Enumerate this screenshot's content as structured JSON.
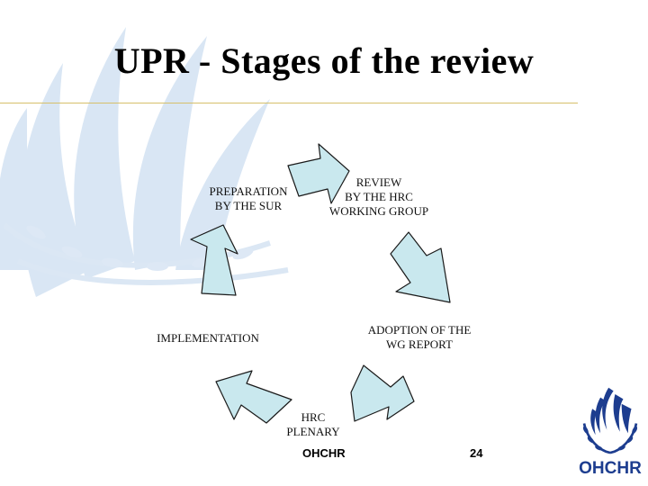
{
  "title": "UPR - Stages of the review",
  "stages": {
    "review": "REVIEW\nBY THE HRC\nWORKING GROUP",
    "preparation": "PREPARATION\nBY THE SUR",
    "implementation": "IMPLEMENTATION",
    "adoption": "ADOPTION OF THE\nWG REPORT",
    "plenary": "HRC\nPLENARY"
  },
  "footer": {
    "org": "OHCHR",
    "page_number": "24"
  },
  "logo": {
    "text": "OHCHR",
    "icon": "un-human-rights-emblem-icon"
  },
  "colors": {
    "arrow_fill": "#c9e8ee",
    "arrow_stroke": "#1a1a1a",
    "watermark": "#d5e4f3",
    "logo_blue": "#1d3d8f",
    "rule": "#d6c06a"
  }
}
